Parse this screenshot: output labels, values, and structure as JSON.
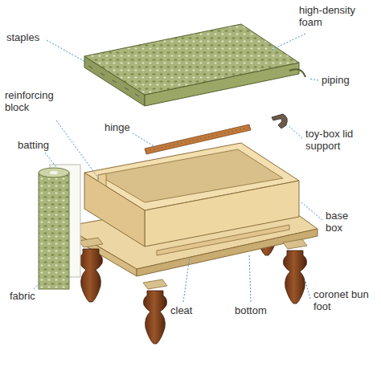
{
  "diagram": {
    "labels": [
      "staples",
      "high-density foam",
      "piping",
      "reinforcing block",
      "hinge",
      "toy-box lid support",
      "batting",
      "base box",
      "fabric",
      "cleat",
      "bottom",
      "coronet bun foot"
    ]
  }
}
